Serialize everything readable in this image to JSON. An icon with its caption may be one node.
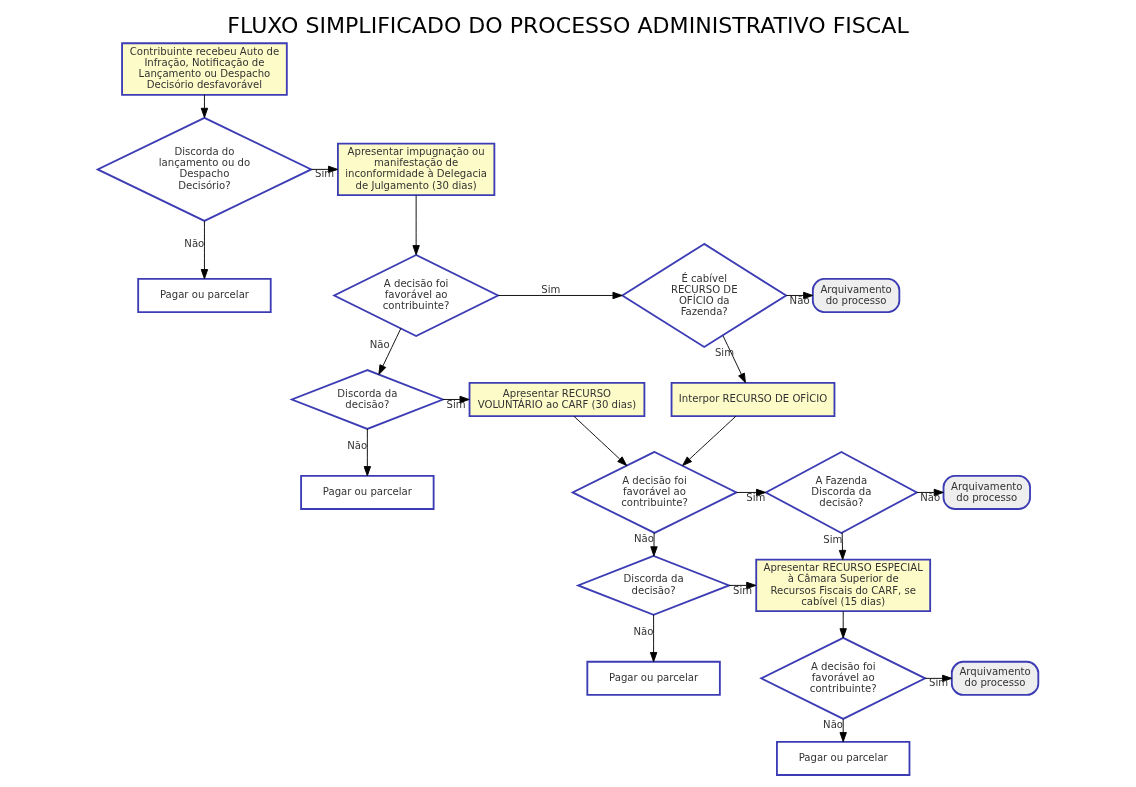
{
  "diagram": {
    "title": "FLUXO SIMPLIFICADO DO PROCESSO ADMINISTRATIVO FISCAL",
    "nodes": [
      {
        "text": [
          "Contribuinte recebeu Auto de Infração, Notificação de Lançamento ou Despacho Decisório desfavorável"
        ]
      },
      {
        "text": [
          "Discorda do lançamento ou do Despacho Decisório?"
        ]
      },
      {
        "text": [
          "Apresentar impugnação ou manifestação de inconformidade à Delegacia de Julgamento (30 dias)"
        ]
      },
      {
        "text": [
          "Pagar ou parcelar"
        ]
      },
      {
        "text": [
          "A decisão foi favorável ao contribuinte?"
        ]
      },
      {
        "text": [
          "É cabível RECURSO DE OFÍCIO da Fazenda?"
        ]
      },
      {
        "text": [
          "Arquivamento do processo"
        ]
      },
      {
        "text": [
          "Discorda da decisão?"
        ]
      },
      {
        "text": [
          "Apresentar RECURSO VOLUNTÁRIO ao CARF (30 dias)"
        ]
      },
      {
        "text": [
          "Interpor RECURSO DE OFÌCIO"
        ]
      },
      {
        "text": [
          "Pagar ou parcelar"
        ]
      },
      {
        "text": [
          "A decisão foi favorável ao contribuinte?"
        ]
      },
      {
        "text": [
          "A Fazenda Discorda da decisão?"
        ]
      },
      {
        "text": [
          "Arquivamento do processo"
        ]
      },
      {
        "text": [
          "Discorda da decisão?"
        ]
      },
      {
        "text": [
          "Apresentar RECURSO ESPECIAL à Câmara Superior de Recursos Fiscais do CARF, se cabível (15 dias)"
        ]
      },
      {
        "text": [
          "Pagar ou parcelar"
        ]
      },
      {
        "text": [
          "A decisão foi favorável ao contribuinte?"
        ]
      },
      {
        "text": [
          "Arquivamento do processo"
        ]
      },
      {
        "text": [
          "Pagar ou parcelar"
        ]
      }
    ],
    "edges": [
      {
        "from": 0,
        "to": 1,
        "arrow": "to"
      },
      {
        "from": 1,
        "to": 2,
        "arrow": "to",
        "label": "Sim"
      },
      {
        "from": 1,
        "to": 3,
        "arrow": "to",
        "label": "Não"
      },
      {
        "from": 2,
        "to": 4,
        "arrow": "to"
      },
      {
        "from": 4,
        "to": 5,
        "arrow": "to",
        "label": "Sim"
      },
      {
        "from": 5,
        "to": 6,
        "arrow": "to",
        "label": "Não"
      },
      {
        "from": 5,
        "to": 9,
        "arrow": "to",
        "label": "Sim"
      },
      {
        "from": 4,
        "to": 7,
        "arrow": "to",
        "label": "Não"
      },
      {
        "from": 7,
        "to": 8,
        "arrow": "to",
        "label": "Sim"
      },
      {
        "from": 7,
        "to": 10,
        "arrow": "to",
        "label": "Não"
      },
      {
        "from": 8,
        "to": 11,
        "arrow": "to"
      },
      {
        "from": 9,
        "to": 11,
        "arrow": "to"
      },
      {
        "from": 11,
        "to": 12,
        "arrow": "to",
        "label": "Sim"
      },
      {
        "from": 12,
        "to": 13,
        "arrow": "to",
        "label": "Não"
      },
      {
        "from": 12,
        "to": 15,
        "arrow": "to",
        "label": "Sim"
      },
      {
        "from": 11,
        "to": 14,
        "arrow": "to",
        "label": "Não"
      },
      {
        "from": 14,
        "to": 15,
        "arrow": "to",
        "label": "Sim"
      },
      {
        "from": 14,
        "to": 16,
        "arrow": "to",
        "label": "Não"
      },
      {
        "from": 15,
        "to": 17,
        "arrow": "to"
      },
      {
        "from": 17,
        "to": 18,
        "arrow": "to",
        "label": "Sim"
      },
      {
        "from": 17,
        "to": 19,
        "arrow": "to",
        "label": "Não"
      }
    ]
  }
}
